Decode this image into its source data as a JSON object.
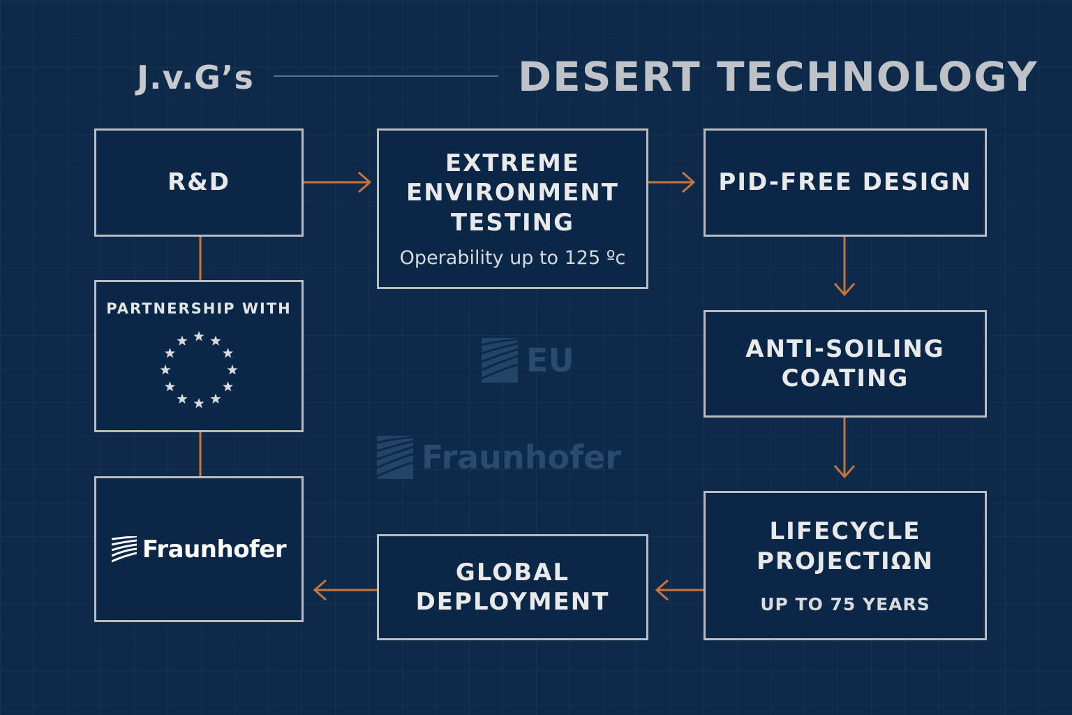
{
  "header": {
    "brand": "J.v.G’s",
    "title": "DESERT TECHNOLOGY"
  },
  "nodes": {
    "rnd": {
      "title": "R&D"
    },
    "extreme_testing": {
      "title": "EXTREME\nENVIRONMENT\nTESTING",
      "subtitle": "Operability up to 125 ºc"
    },
    "pid_free": {
      "title": "PID-FREE DESIGN"
    },
    "anti_soiling": {
      "title": "ANTI-SOILING\nCOATING"
    },
    "lifecycle": {
      "title": "LIFECYCLE\nPROJECTIΩN",
      "subtitle": "UP TO 75 YEARS"
    },
    "global": {
      "title": "GLOBAL\nDEPLOYMENT"
    },
    "partnership": {
      "label": "PARTNERSHIP WITH"
    },
    "fraunhofer": {
      "logo_text": "Fraunhofer"
    }
  },
  "watermarks": {
    "eu": "EU",
    "fraunhofer": "Fraunhofer"
  },
  "colors": {
    "background": "#0d2a4a",
    "box_border": "#b9bcc0",
    "arrow": "#c8743c",
    "text": "#e9e9ea"
  }
}
